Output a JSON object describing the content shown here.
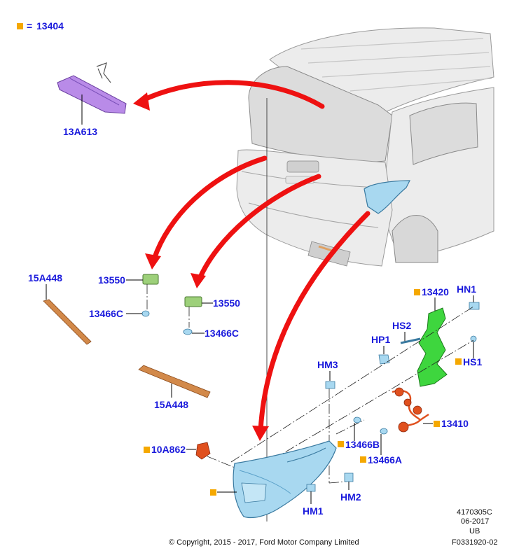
{
  "legend": {
    "code": "13404",
    "symbol_color": "#f5a800",
    "separator": "="
  },
  "labels": {
    "p13A613": "13A613",
    "p15A448_top": "15A448",
    "p15A448_bottom": "15A448",
    "p13550_left": "13550",
    "p13550_right": "13550",
    "p13466C_left": "13466C",
    "p13466C_right": "13466C",
    "p13420": "13420",
    "pHN1": "HN1",
    "pHS2": "HS2",
    "pHP1": "HP1",
    "pHS1": "HS1",
    "pHM3": "HM3",
    "p13410": "13410",
    "p13466B": "13466B",
    "p13466A": "13466A",
    "p10A862": "10A862",
    "pHM1": "HM1",
    "pHM2": "HM2"
  },
  "meta": {
    "code1": "4170305C",
    "date": "06-2017",
    "region": "UB",
    "figure": "F0331920-02"
  },
  "copyright": "© Copyright, 2015 - 2017, Ford Motor Company Limited",
  "colors": {
    "label_text": "#1a1adc",
    "arrow": "#ee1111",
    "lamp_blue": "#a8d8f0",
    "bracket_green": "#3ed63e",
    "wiring_orange": "#e0501e",
    "strip_orange": "#d2894a",
    "lamp_purple": "#b98be8",
    "module_green": "#9dd07a"
  }
}
